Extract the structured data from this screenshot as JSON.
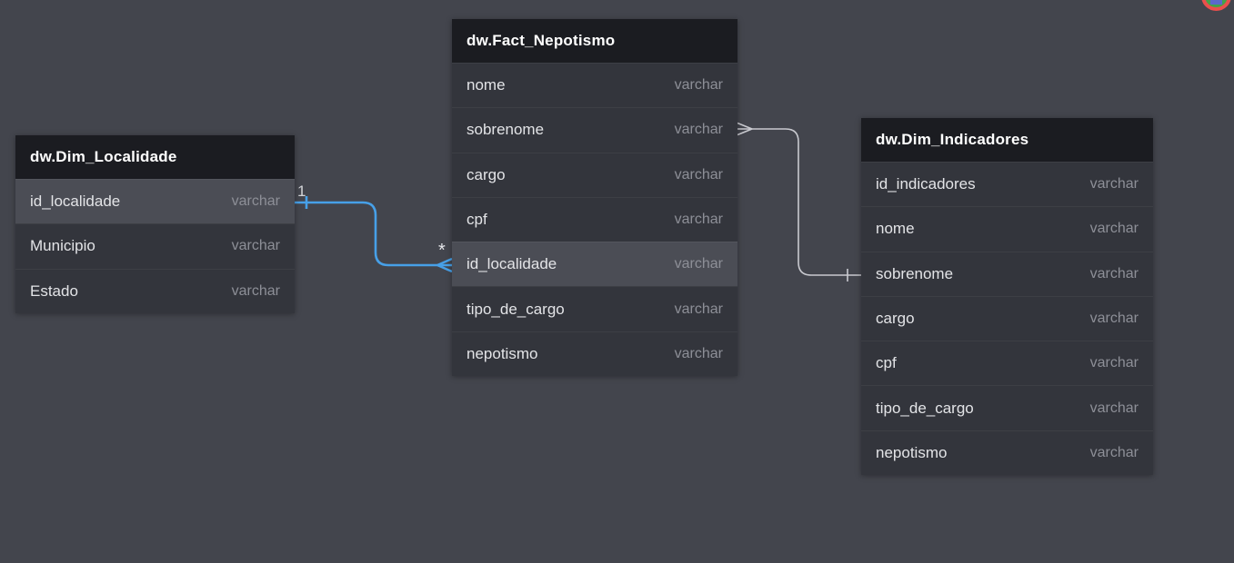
{
  "app": {
    "description": "Database ER diagram canvas showing a star schema",
    "canvas_bg": "#43454d"
  },
  "colors": {
    "table_header_bg": "#1b1c21",
    "table_row_bg": "#33353c",
    "table_row_highlight_bg": "#4b4d55",
    "field_name_text": "#e3e4e7",
    "field_type_text": "#8d8f97",
    "relationship_active": "#47a0e8",
    "relationship_default": "#c9cad0",
    "badge_ring": "#ea4f4c",
    "badge_fill": "#43a24a",
    "badge_square": "#5b68cc"
  },
  "tables": [
    {
      "title": "dw.Dim_Localidade",
      "fields": [
        {
          "name": "id_localidade",
          "type": "varchar",
          "highlighted": true
        },
        {
          "name": "Municipio",
          "type": "varchar",
          "highlighted": false
        },
        {
          "name": "Estado",
          "type": "varchar",
          "highlighted": false
        }
      ]
    },
    {
      "title": "dw.Fact_Nepotismo",
      "fields": [
        {
          "name": "nome",
          "type": "varchar",
          "highlighted": false
        },
        {
          "name": "sobrenome",
          "type": "varchar",
          "highlighted": false
        },
        {
          "name": "cargo",
          "type": "varchar",
          "highlighted": false
        },
        {
          "name": "cpf",
          "type": "varchar",
          "highlighted": false
        },
        {
          "name": "id_localidade",
          "type": "varchar",
          "highlighted": true
        },
        {
          "name": "tipo_de_cargo",
          "type": "varchar",
          "highlighted": false
        },
        {
          "name": "nepotismo",
          "type": "varchar",
          "highlighted": false
        }
      ]
    },
    {
      "title": "dw.Dim_Indicadores",
      "fields": [
        {
          "name": "id_indicadores",
          "type": "varchar",
          "highlighted": false
        },
        {
          "name": "nome",
          "type": "varchar",
          "highlighted": false
        },
        {
          "name": "sobrenome",
          "type": "varchar",
          "highlighted": false
        },
        {
          "name": "cargo",
          "type": "varchar",
          "highlighted": false
        },
        {
          "name": "cpf",
          "type": "varchar",
          "highlighted": false
        },
        {
          "name": "tipo_de_cargo",
          "type": "varchar",
          "highlighted": false
        },
        {
          "name": "nepotismo",
          "type": "varchar",
          "highlighted": false
        }
      ]
    }
  ],
  "relationships": [
    {
      "from_table": "dw.Dim_Localidade",
      "from_field": "id_localidade",
      "to_table": "dw.Fact_Nepotismo",
      "to_field": "id_localidade",
      "one_label": "1",
      "many_label": "*",
      "color": "#47a0e8",
      "state": "active"
    },
    {
      "from_table": "dw.Dim_Indicadores",
      "from_field": "sobrenome",
      "to_table": "dw.Fact_Nepotismo",
      "to_field": "sobrenome",
      "one_label": "",
      "many_label": "",
      "color": "#c9cad0",
      "state": "default"
    }
  ]
}
